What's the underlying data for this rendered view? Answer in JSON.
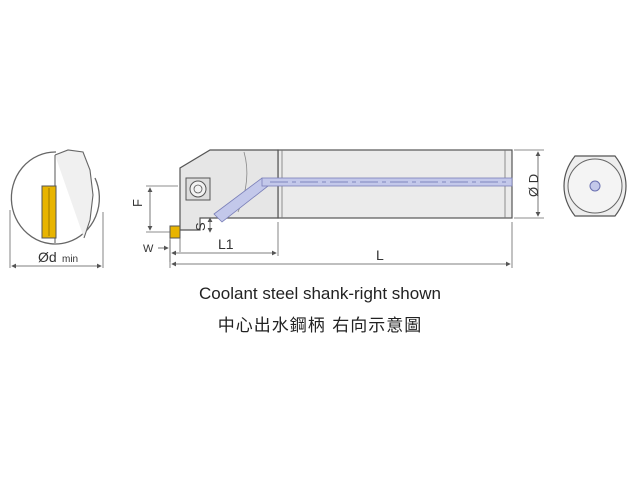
{
  "labels": {
    "d_min_symbol": "Ød",
    "d_min_suffix": "min",
    "F": "F",
    "W": "W",
    "S": "S",
    "L1": "L1",
    "L": "L",
    "D": "Ø D"
  },
  "caption": {
    "english": "Coolant steel shank-right shown",
    "chinese": "中心出水鋼柄  右向示意圖"
  },
  "colors": {
    "outline": "#555555",
    "body_fill": "#e9e9e9",
    "coolant_channel": "#aab0dc",
    "insert": "#e8b400"
  }
}
